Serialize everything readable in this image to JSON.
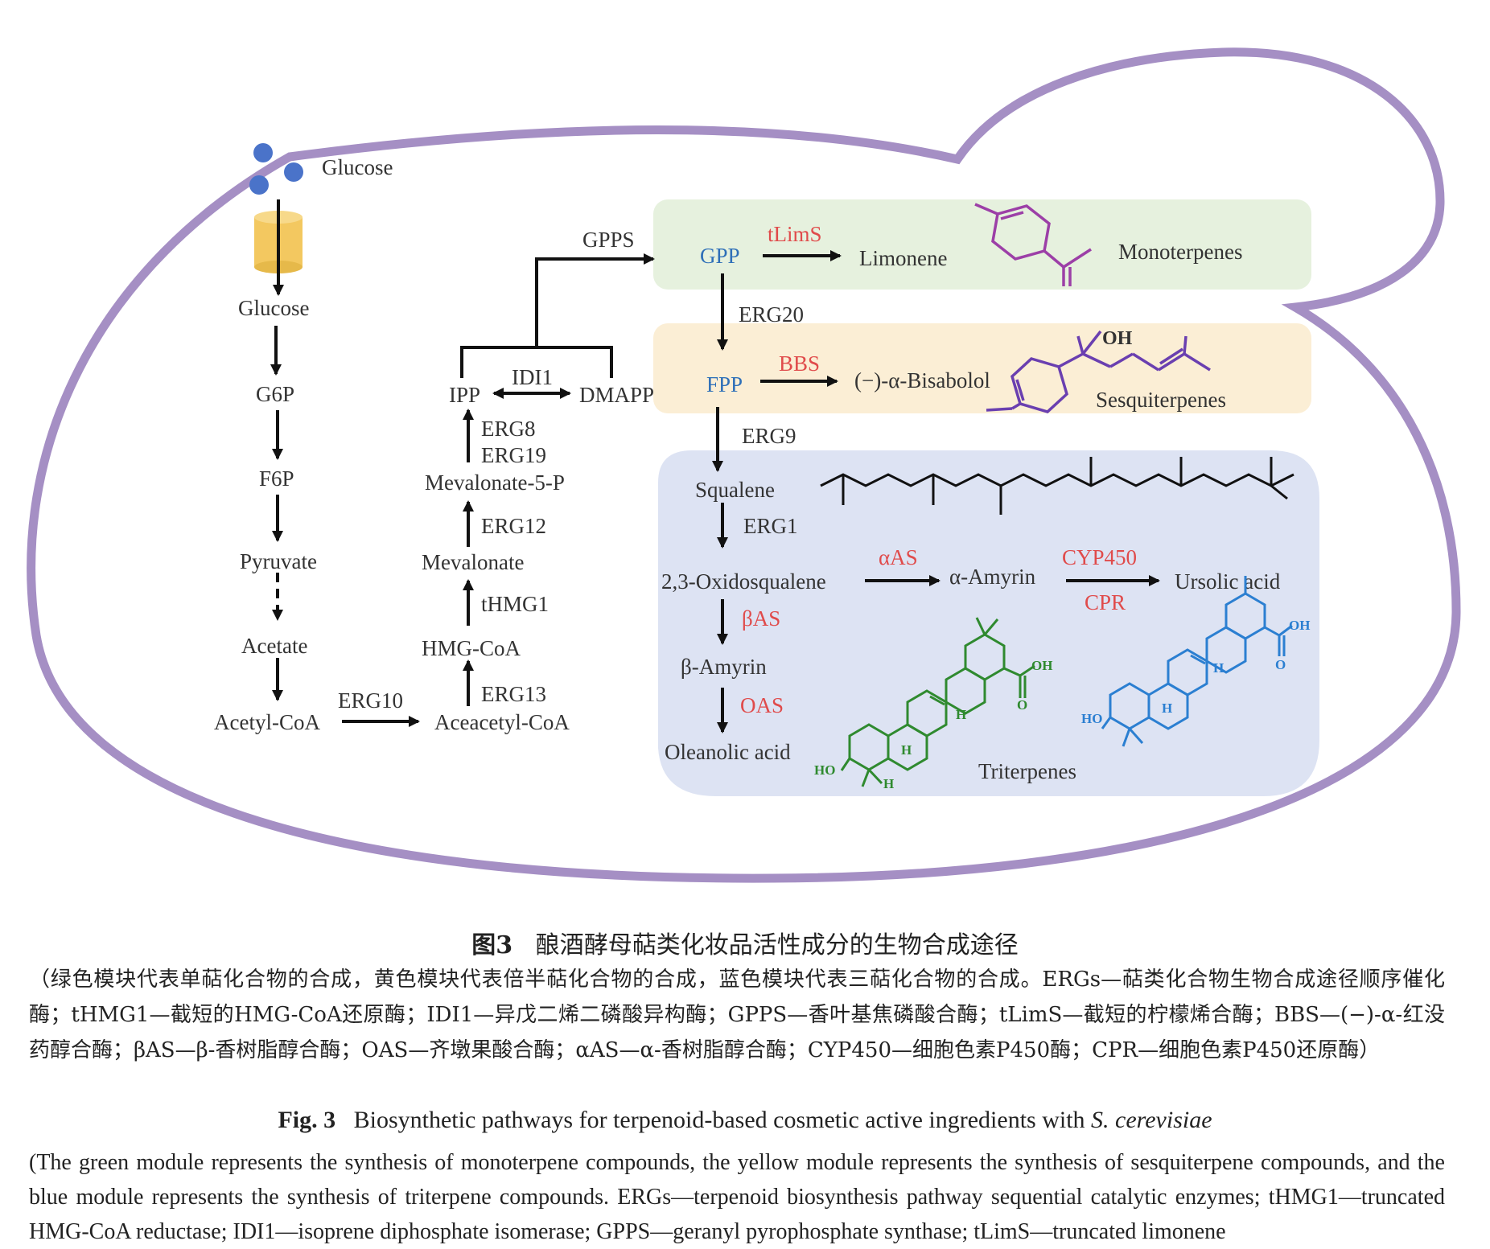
{
  "diagram": {
    "glucose_outside": "Glucose",
    "left_pathway": [
      "Glucose",
      "G6P",
      "F6P",
      "Pyruvate",
      "Acetate",
      "Acetyl-CoA"
    ],
    "erg10": "ERG10",
    "mva_pathway": [
      "Aceacetyl-CoA",
      "HMG-CoA",
      "Mevalonate",
      "Mevalonate-5-P",
      "IPP"
    ],
    "mva_enzymes": {
      "erg13": "ERG13",
      "thmg1": "tHMG1",
      "erg12": "ERG12",
      "erg8": "ERG8",
      "erg19": "ERG19"
    },
    "idi1": "IDI1",
    "dmapp": "DMAPP",
    "gpps": "GPPS",
    "mono": {
      "gpp": "GPP",
      "enzyme": "tLimS",
      "product": "Limonene",
      "label": "Monoterpenes"
    },
    "erg20": "ERG20",
    "sesqui": {
      "fpp": "FPP",
      "enzyme": "BBS",
      "product": "(−)-α-Bisabolol",
      "label": "Sesquiterpenes",
      "oh": "OH"
    },
    "erg9": "ERG9",
    "tri": {
      "squalene": "Squalene",
      "erg1": "ERG1",
      "oxidosqualene": "2,3-Oxidosqualene",
      "aas": "αAS",
      "a_amyrin": "α-Amyrin",
      "cyp450": "CYP450",
      "cpr": "CPR",
      "ursolic": "Ursolic acid",
      "bas": "βAS",
      "b_amyrin": "β-Amyrin",
      "oas": "OAS",
      "oleanolic": "Oleanolic acid",
      "label": "Triterpenes",
      "ho": "HO",
      "oh": "OH",
      "h": "H",
      "o": "O"
    },
    "colors": {
      "membrane": "#a58fc4",
      "green_module": "#e6f1de",
      "yellow_module": "#fbeed5",
      "blue_module": "#dde3f3",
      "enzyme_red": "#e04b4b",
      "prenyl_blue": "#2e6fb8",
      "limonene_purple": "#9c3fa7",
      "bisabolol_purple": "#6a3fb0",
      "oleanolic_green": "#2f8a2f",
      "ursolic_blue": "#2b7fd1",
      "glucose_dot": "#4a73c9",
      "transporter": "#f3c860"
    }
  },
  "caption": {
    "zh_fig": "图3",
    "zh_title": "酿酒酵母萜类化妆品活性成分的生物合成途径",
    "zh_desc": "（绿色模块代表单萜化合物的合成，黄色模块代表倍半萜化合物的合成，蓝色模块代表三萜化合物的合成。ERGs—萜类化合物生物合成途径顺序催化酶；tHMG1—截短的HMG-CoA还原酶；IDI1—异戊二烯二磷酸异构酶；GPPS—香叶基焦磷酸合酶；tLimS—截短的柠檬烯合酶；BBS—(−)-α-红没药醇合酶；βAS—β-香树脂醇合酶；OAS—齐墩果酸合酶；αAS—α-香树脂醇合酶；CYP450—细胞色素P450酶；CPR—细胞色素P450还原酶）",
    "en_fig": "Fig. 3",
    "en_title": "Biosynthetic pathways for terpenoid-based cosmetic active ingredients with",
    "en_species": "S. cerevisiae",
    "en_desc": "(The green module represents the synthesis of monoterpene compounds, the yellow module represents the synthesis of sesquiterpene compounds, and the blue module represents the synthesis of triterpene compounds. ERGs—terpenoid biosynthesis pathway sequential catalytic enzymes; tHMG1—truncated HMG-CoA reductase; IDI1—isoprene diphosphate isomerase; GPPS—geranyl pyrophosphate synthase; tLimS—truncated limonene"
  }
}
